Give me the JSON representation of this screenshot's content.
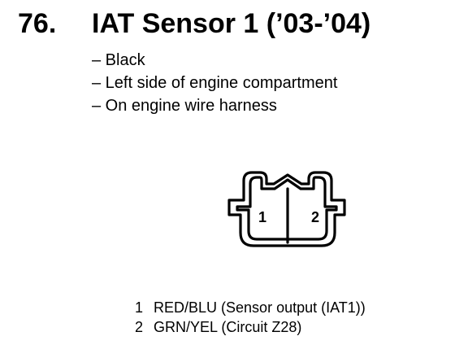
{
  "heading": {
    "number": "76.",
    "title": "IAT Sensor 1 (’03-’04)"
  },
  "details": [
    "– Black",
    "– Left side of engine compartment",
    "– On engine wire harness"
  ],
  "connector": {
    "pin_labels": [
      "1",
      "2"
    ]
  },
  "pinout": [
    {
      "pin": "1",
      "wire": "RED/BLU (Sensor output (IAT1))"
    },
    {
      "pin": "2",
      "wire": "GRN/YEL (Circuit Z28)"
    }
  ]
}
